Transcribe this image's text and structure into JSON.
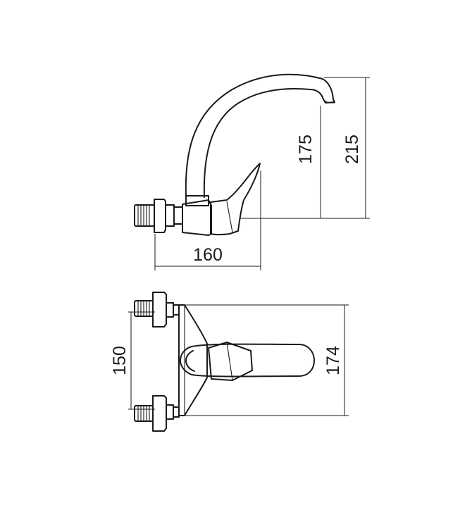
{
  "dimensions": {
    "side_width": "160",
    "spout_outlet_height": "175",
    "overall_height": "215",
    "inlet_spacing": "150",
    "top_projection": "174"
  }
}
